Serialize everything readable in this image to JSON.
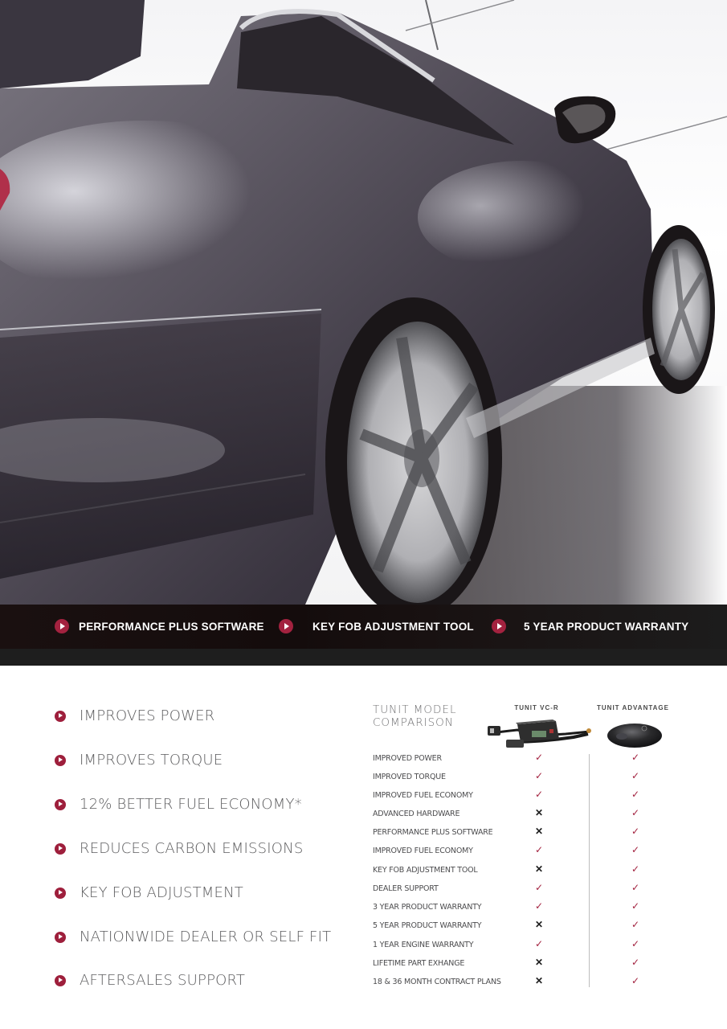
{
  "banner": {
    "items": [
      {
        "label": "PERFORMANCE PLUS SOFTWARE",
        "icon": "play-circle-icon"
      },
      {
        "label": "KEY FOB ADJUSTMENT TOOL",
        "icon": "play-circle-icon"
      },
      {
        "label": "5 YEAR PRODUCT WARRANTY",
        "icon": "play-circle-icon"
      }
    ]
  },
  "features": [
    {
      "label": "IMPROVES POWER",
      "icon": "play-circle-icon"
    },
    {
      "label": "IMPROVES TORQUE",
      "icon": "play-circle-icon"
    },
    {
      "label": "12% BETTER FUEL ECONOMY*",
      "icon": "play-circle-icon"
    },
    {
      "label": "REDUCES CARBON EMISSIONS",
      "icon": "play-circle-icon"
    },
    {
      "label": "KEY FOB ADJUSTMENT",
      "icon": "play-circle-icon"
    },
    {
      "label": "NATIONWIDE DEALER OR SELF FIT",
      "icon": "play-circle-icon"
    },
    {
      "label": "AFTERSALES SUPPORT",
      "icon": "play-circle-icon"
    }
  ],
  "comparison": {
    "title_line1": "TUNIT MODEL",
    "title_line2": "COMPARISON",
    "columns": [
      {
        "name": "TUNIT VC-R"
      },
      {
        "name": "TUNIT ADVANTAGE"
      }
    ],
    "marks": {
      "yes": "✓",
      "no": "✕"
    },
    "rows": [
      {
        "label": "IMPROVED POWER",
        "vcr": "✓",
        "adv": "✓"
      },
      {
        "label": "IMPROVED TORQUE",
        "vcr": "✓",
        "adv": "✓"
      },
      {
        "label": "IMPROVED FUEL ECONOMY",
        "vcr": "✓",
        "adv": "✓"
      },
      {
        "label": "ADVANCED HARDWARE",
        "vcr": "✕",
        "adv": "✓"
      },
      {
        "label": "PERFORMANCE PLUS SOFTWARE",
        "vcr": "✕",
        "adv": "✓"
      },
      {
        "label": "IMPROVED FUEL ECONOMY",
        "vcr": "✓",
        "adv": "✓"
      },
      {
        "label": "KEY FOB ADJUSTMENT TOOL",
        "vcr": "✕",
        "adv": "✓"
      },
      {
        "label": "DEALER SUPPORT",
        "vcr": "✓",
        "adv": "✓"
      },
      {
        "label": "3 YEAR PRODUCT WARRANTY",
        "vcr": "✓",
        "adv": "✓"
      },
      {
        "label": "5 YEAR PRODUCT WARRANTY",
        "vcr": "✕",
        "adv": "✓"
      },
      {
        "label": "1 YEAR ENGINE WARRANTY",
        "vcr": "✓",
        "adv": "✓"
      },
      {
        "label": "LIFETIME PART EXHANGE",
        "vcr": "✕",
        "adv": "✓"
      },
      {
        "label": "18 & 36 MONTH CONTRACT PLANS",
        "vcr": "✕",
        "adv": "✓"
      }
    ]
  },
  "colors": {
    "accent": "#a3223f",
    "banner_bg": "#1a1212",
    "text_gray": "#5b5b5d"
  }
}
